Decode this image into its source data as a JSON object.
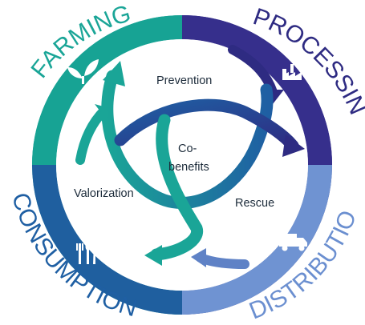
{
  "stages": {
    "farming": "FARMING",
    "processing": "PROCESSING",
    "distribution": "DISTRIBUTION",
    "consumption": "CONSUMPTION"
  },
  "center": {
    "prevention": "Prevention",
    "rescue": "Rescue",
    "valorization": "Valorization",
    "cobenefits_line1": "Co-",
    "cobenefits_line2": "benefits"
  },
  "icons": {
    "farming": "sprout-icon",
    "processing": "factory-icon",
    "distribution": "truck-icon",
    "consumption": "cutlery-icon"
  },
  "colors": {
    "teal": "#1aa597",
    "blue": "#1f5fa3",
    "navy": "#2e2b82",
    "light_blue": "#6b8fd0",
    "text": "#1c2b3a"
  }
}
